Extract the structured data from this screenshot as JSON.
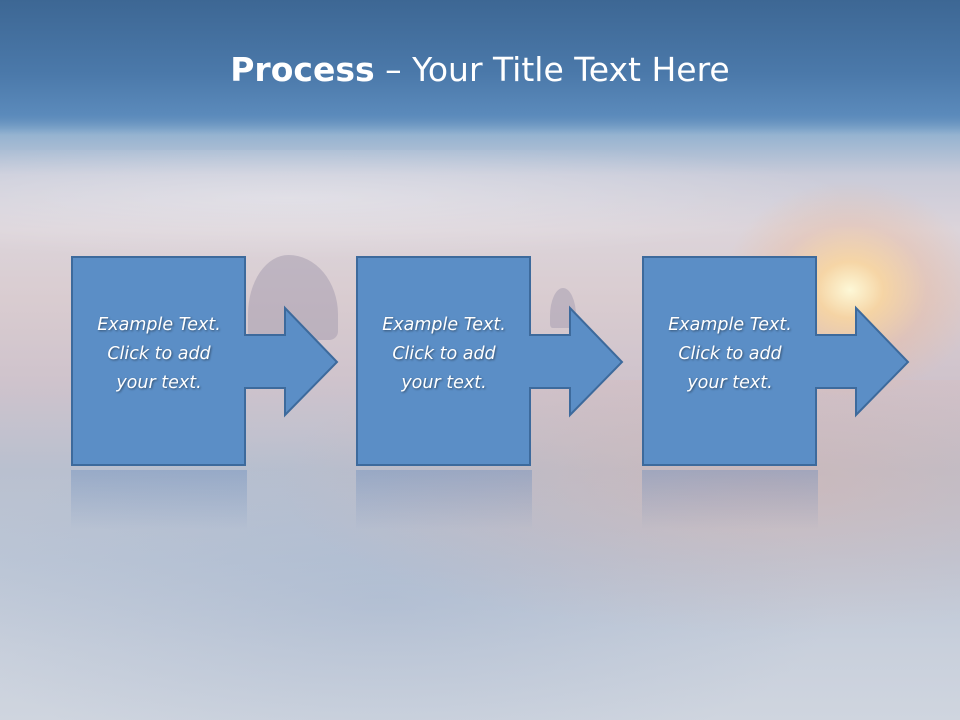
{
  "title": {
    "bold": "Process",
    "rest": " – Your Title Text Here"
  },
  "colors": {
    "box_fill": "#5b8ec6",
    "box_border": "#3d6a9c",
    "title_band": "#4b79aa"
  },
  "steps": [
    {
      "line1": "Example Text.",
      "line2": "Click  to add",
      "line3": "your text."
    },
    {
      "line1": "Example Text.",
      "line2": "Click  to add",
      "line3": "your text."
    },
    {
      "line1": "Example Text.",
      "line2": "Click  to add",
      "line3": "your text."
    }
  ]
}
